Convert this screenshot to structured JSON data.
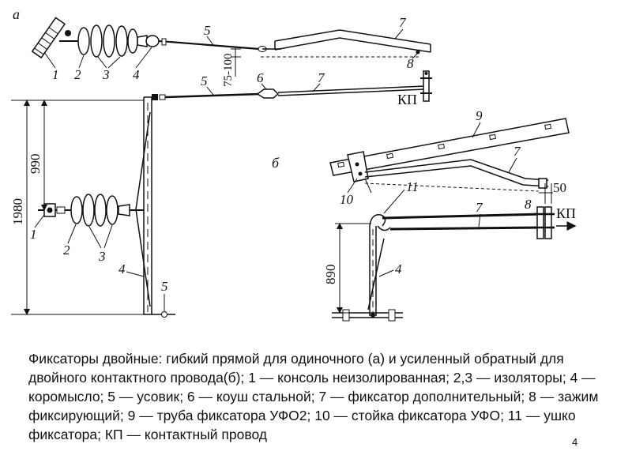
{
  "figure": {
    "panel_a": "а",
    "panel_b": "б",
    "dim_a_total": "1980",
    "dim_a_upper": "990",
    "dim_a_offset": "75-100",
    "dim_b_height": "890",
    "dim_b_offset": "50",
    "wire_label_a": "КП",
    "wire_label_b": "КП",
    "num_1": "1",
    "num_2": "2",
    "num_3": "3",
    "num_4": "4",
    "num_5": "5",
    "num_6": "6",
    "num_7": "7",
    "num_8": "8",
    "num_9": "9",
    "num_10": "10",
    "num_11": "11"
  },
  "caption": "Фиксаторы двойные: гибкий прямой для одиночного (а) и усиленный обратный для двойного контактного провода(б); 1 — консоль неизолированная; 2,3 — изоляторы; 4 — коромысло; 5 — усовик; 6 — коуш стальной; 7 — фиксатор дополнительный; 8 — зажим фиксирующий; 9 — труба фиксатора УФО2; 10 — стойка фиксатора УФО; 11 — ушко фиксатора; КП — контактный провод",
  "page_number": "4"
}
